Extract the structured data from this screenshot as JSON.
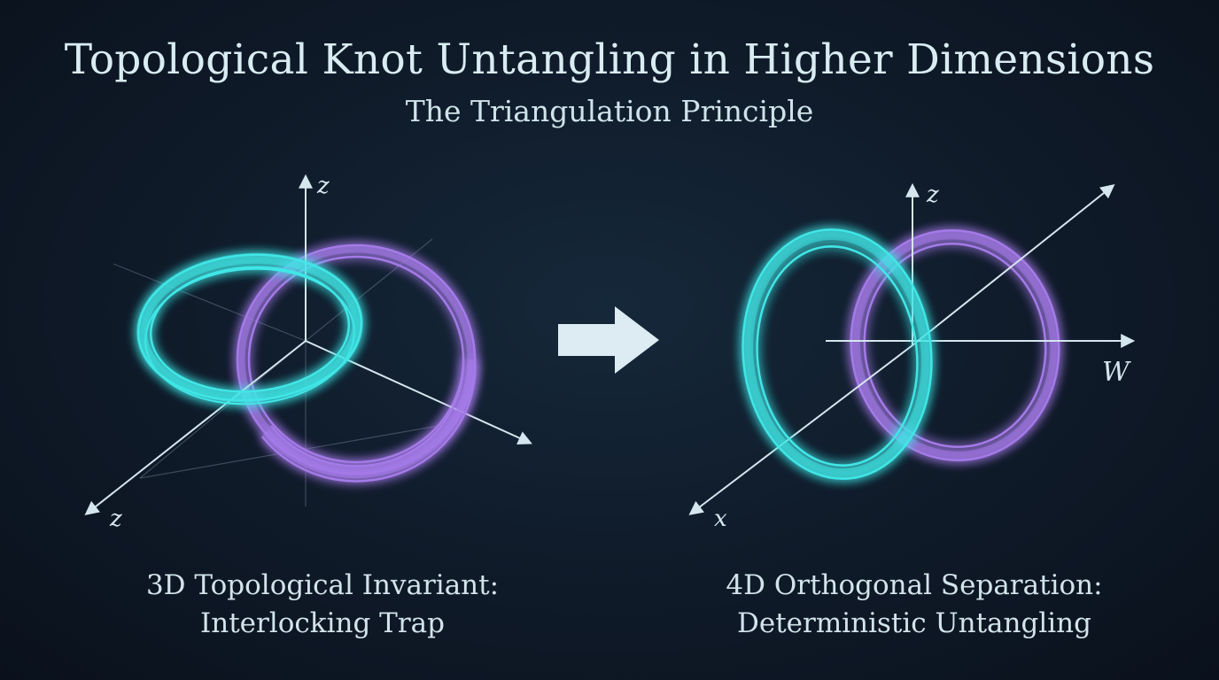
{
  "header": {
    "title": "Topological Knot Untangling in Higher Dimensions",
    "subtitle": "The Triangulation Principle"
  },
  "left_panel": {
    "axis_labels": {
      "vertical": "z",
      "front": "z"
    },
    "caption": [
      "3D Topological Invariant:",
      "Interlocking Trap"
    ]
  },
  "right_panel": {
    "axis_labels": {
      "vertical": "z",
      "horizontal": "W",
      "front": "x"
    },
    "caption": [
      "4D Orthogonal Separation:",
      "Deterministic Untangling"
    ]
  },
  "colors": {
    "cyan_ring": "#3fe6e6",
    "purple_ring": "#a47ae8",
    "axis": "#d6e6ee",
    "arrow": "#dcecf2"
  },
  "icons": {
    "transition_arrow": "right-arrow-icon"
  }
}
